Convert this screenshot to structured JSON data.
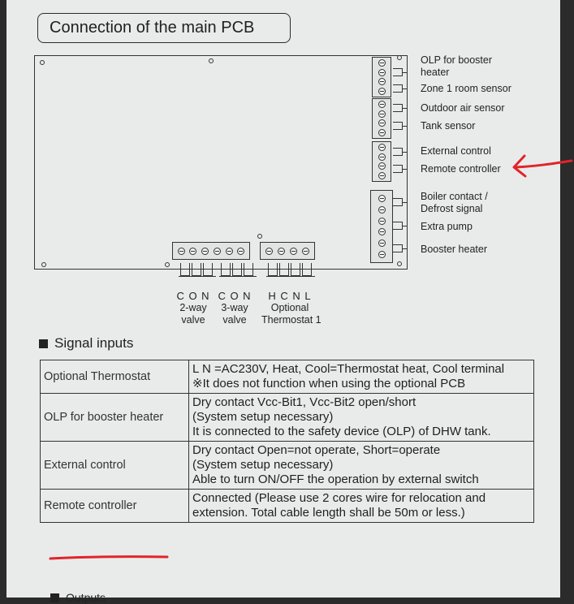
{
  "title": "Connection of the main PCB",
  "right_terminals": [
    {
      "label_lines": [
        "OLP for booster",
        "heater"
      ]
    },
    {
      "label_lines": [
        "Zone 1 room sensor"
      ]
    },
    {
      "label_lines": [
        "Outdoor air sensor"
      ]
    },
    {
      "label_lines": [
        "Tank sensor"
      ]
    },
    {
      "label_lines": [
        "External control"
      ]
    },
    {
      "label_lines": [
        "Remote controller"
      ]
    },
    {
      "label_lines": [
        "Boiler contact /",
        "Defrost signal"
      ]
    },
    {
      "label_lines": [
        "Extra pump"
      ]
    },
    {
      "label_lines": [
        "Booster heater"
      ]
    }
  ],
  "bottom_terminals": [
    {
      "code": "C O N",
      "desc1": "2-way",
      "desc2": "valve"
    },
    {
      "code": "C O N",
      "desc1": "3-way",
      "desc2": "valve"
    },
    {
      "code": "H C N L",
      "desc1": "Optional",
      "desc2": "Thermostat 1"
    }
  ],
  "section_heading": "Signal inputs",
  "signal_inputs": [
    {
      "name": "Optional Thermostat",
      "desc": [
        "L N =AC230V, Heat, Cool=Thermostat heat, Cool terminal",
        "※It does not function when using the optional PCB"
      ]
    },
    {
      "name": "OLP for booster heater",
      "desc": [
        "Dry contact   Vcc-Bit1, Vcc-Bit2   open/short",
        "(System setup necessary)",
        "It is connected to the safety device (OLP) of DHW tank."
      ]
    },
    {
      "name": "External control",
      "desc": [
        "Dry contact   Open=not operate, Short=operate",
        "(System setup necessary)",
        "Able to turn ON/OFF the operation by external switch"
      ]
    },
    {
      "name": "Remote controller",
      "desc": [
        "Connected (Please use 2 cores wire for relocation and extension. Total cable length shall be 50m or less.)"
      ]
    }
  ],
  "next_section_partial": "Outputs",
  "colors": {
    "annotation": "#e0242a",
    "paper": "#e9ebeb",
    "ink": "#222222"
  }
}
